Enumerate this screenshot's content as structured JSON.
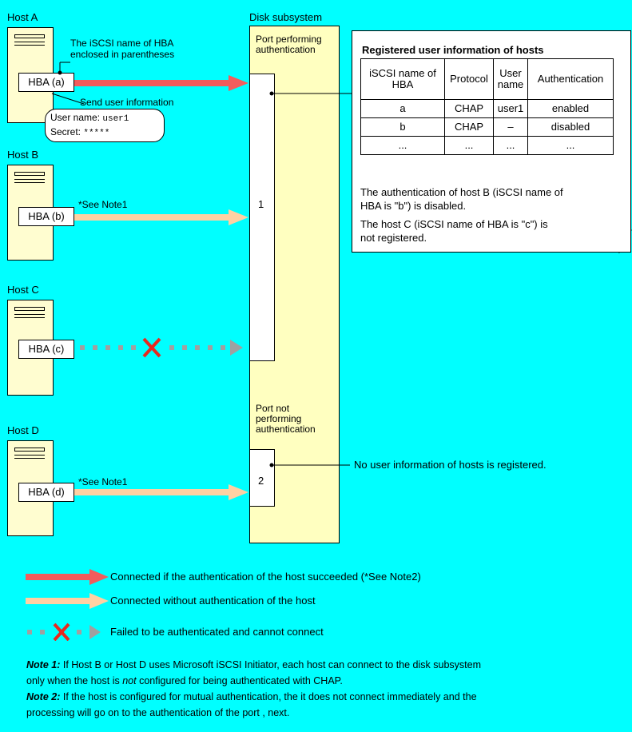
{
  "disk_subsystem": {
    "title": "Disk subsystem",
    "port_auth_label": "Port performing authentication",
    "port_noauth_label": "Port not performing authentication",
    "port_auth_number": "1",
    "port_noauth_number": "2"
  },
  "hosts": [
    {
      "name": "Host A",
      "hba": "HBA (a)"
    },
    {
      "name": "Host B",
      "hba": "HBA (b)"
    },
    {
      "name": "Host C",
      "hba": "HBA (c)"
    },
    {
      "name": "Host D",
      "hba": "HBA (d)"
    }
  ],
  "callouts": {
    "iscsi_name_line1": "The iSCSI name of HBA",
    "iscsi_name_line2": "enclosed in parentheses",
    "send_user_info": "Send user information",
    "user_name_label": "User name:",
    "user_name_value": "user1",
    "secret_label": "Secret:",
    "secret_value": "*****",
    "see_note1": "*See Note1",
    "see_note1_d": "*See Note1",
    "no_user_info": "No user information of hosts is registered."
  },
  "registered_table": {
    "title": "Registered user information of hosts",
    "headers": [
      "iSCSI name of HBA",
      "Protocol",
      "User name",
      "Authentication"
    ],
    "rows": [
      [
        "a",
        "CHAP",
        "user1",
        "enabled"
      ],
      [
        "b",
        "CHAP",
        "–",
        "disabled"
      ],
      [
        "...",
        "...",
        "...",
        "..."
      ]
    ],
    "note_b_line1": "The authentication of host B (iSCSI name of",
    "note_b_line2": "HBA is \"b\") is disabled.",
    "note_c_line1": "The host C (iSCSI name of HBA is \"c\") is",
    "note_c_line2": "not registered."
  },
  "legend": [
    {
      "text": "Connected if the authentication of the host succeeded (*See Note2)",
      "color": "#f25c5c"
    },
    {
      "text": "Connected without authentication of the host",
      "color": "#ffd1a3"
    },
    {
      "text": "Failed to be authenticated and cannot connect",
      "color": "#a0a0a0"
    }
  ],
  "notes": {
    "note1_label": "Note 1:",
    "note1_text": " If Host B or Host D uses Microsoft iSCSI Initiator, each host can connect to the disk subsystem",
    "note1_line2_pre": "only when the host is ",
    "note1_line2_em": "not",
    "note1_line2_post": " configured for being authenticated with CHAP.",
    "note2_label": "Note 2:",
    "note2_text": " If the host is configured for mutual authentication, the it does not connect immediately and the",
    "note2_line2": "processing will go on to the authentication of the port , next."
  },
  "colors": {
    "background": "#00ffff",
    "auth_arrow": "#f25c5c",
    "noauth_arrow": "#ffd1a3",
    "fail_dots": "#a0a0a0",
    "fail_x": "#e8281e",
    "disk": "#ffffc0"
  }
}
